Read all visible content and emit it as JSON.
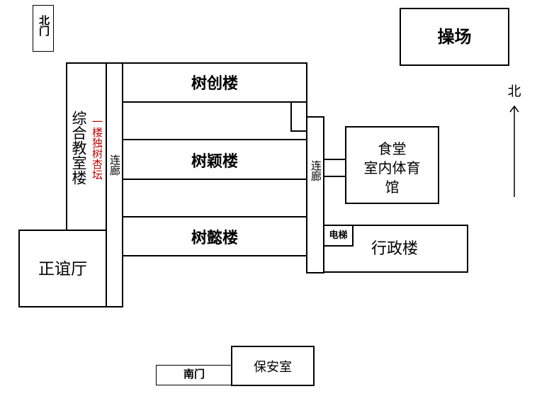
{
  "buildings": {
    "north_gate": "北门",
    "playground": "操场",
    "shuchuang": "树创楼",
    "shuying": "树颖楼",
    "shuyi": "树懿楼",
    "comprehensive": "综合教室楼",
    "forum_note": "一楼独树杏坛",
    "corridor_left": "连廊",
    "corridor_right": "连廊",
    "canteen_line1": "食堂",
    "canteen_line2": "室内体育",
    "canteen_line3": "馆",
    "elevator": "电梯",
    "admin": "行政楼",
    "zhengyi_hall": "正谊厅",
    "south_gate": "南门",
    "security": "保安室"
  },
  "compass": {
    "label": "北"
  },
  "colors": {
    "note": "#c00000"
  }
}
